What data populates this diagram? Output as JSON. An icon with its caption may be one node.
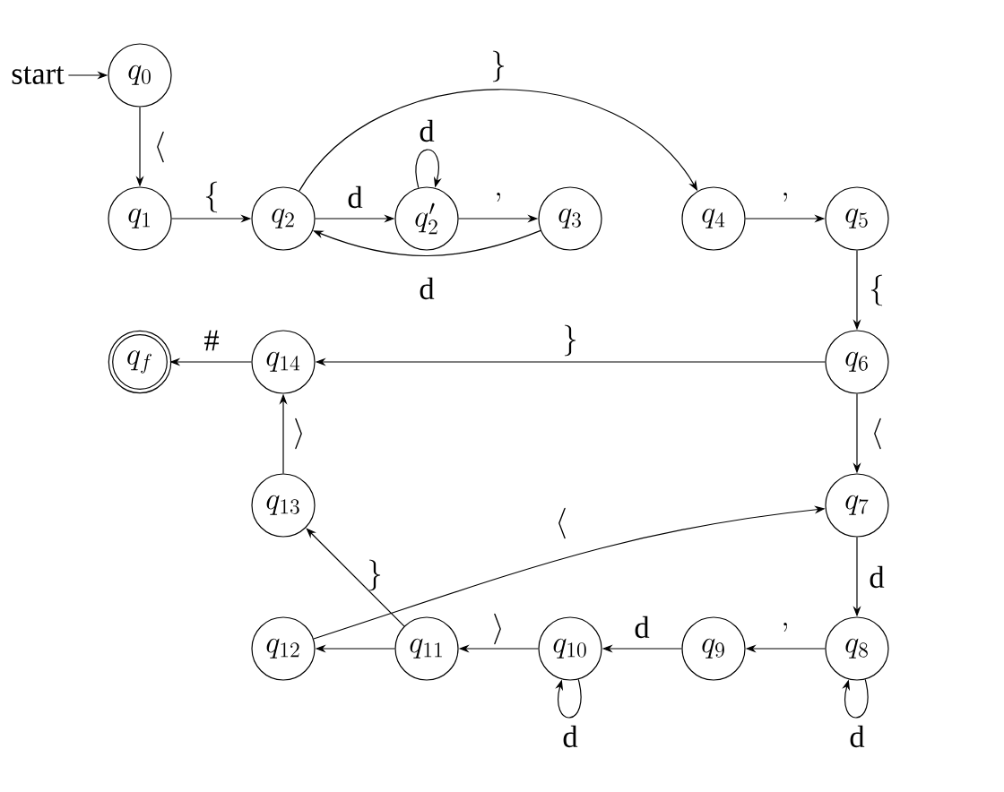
{
  "diagram": {
    "nodes": [
      {
        "text": [
          "start"
        ]
      },
      {
        "text": [
          "q_{0}"
        ]
      },
      {
        "text": [
          "q_{1}"
        ]
      },
      {
        "text": [
          "q_{2}"
        ]
      },
      {
        "text": [
          "q'_{2}"
        ]
      },
      {
        "text": [
          "q_{3}"
        ]
      },
      {
        "text": [
          "q_{4}"
        ]
      },
      {
        "text": [
          "q_{5}"
        ]
      },
      {
        "text": [
          "q_{f}"
        ]
      },
      {
        "text": [
          "q_{14}"
        ]
      },
      {
        "text": [
          "q_{6}"
        ]
      },
      {
        "text": [
          "q_{13}"
        ]
      },
      {
        "text": [
          "q_{7}"
        ]
      },
      {
        "text": [
          "q_{12}"
        ]
      },
      {
        "text": [
          "q_{11}"
        ]
      },
      {
        "text": [
          "q_{10}"
        ]
      },
      {
        "text": [
          "q_{9}"
        ]
      },
      {
        "text": [
          "q_{8}"
        ]
      }
    ],
    "edges": [
      {
        "from": 0,
        "to": 1,
        "arrow": "to"
      },
      {
        "from": 1,
        "to": 2,
        "arrow": "to",
        "label": "\\langle"
      },
      {
        "from": 2,
        "to": 3,
        "arrow": "to",
        "label": "\\{"
      },
      {
        "from": 3,
        "to": 4,
        "arrow": "to",
        "label": "\\mathrm{d}"
      },
      {
        "from": 4,
        "to": 4,
        "arrow": "to",
        "label": "\\mathrm{d}"
      },
      {
        "from": 4,
        "to": 5,
        "arrow": "to",
        "label": ","
      },
      {
        "from": 5,
        "to": 3,
        "arrow": "to",
        "label": "\\mathrm{d}"
      },
      {
        "from": 3,
        "to": 6,
        "arrow": "to",
        "label": "\\}"
      },
      {
        "from": 6,
        "to": 7,
        "arrow": "to",
        "label": ","
      },
      {
        "from": 7,
        "to": 10,
        "arrow": "to",
        "label": "\\{"
      },
      {
        "from": 10,
        "to": 9,
        "arrow": "to",
        "label": "\\}"
      },
      {
        "from": 10,
        "to": 12,
        "arrow": "to",
        "label": "\\langle"
      },
      {
        "from": 12,
        "to": 17,
        "arrow": "to",
        "label": "\\mathrm{d}"
      },
      {
        "from": 17,
        "to": 17,
        "arrow": "to",
        "label": "\\mathrm{d}"
      },
      {
        "from": 17,
        "to": 16,
        "arrow": "to",
        "label": ","
      },
      {
        "from": 16,
        "to": 15,
        "arrow": "to",
        "label": "\\mathrm{d}"
      },
      {
        "from": 15,
        "to": 15,
        "arrow": "to",
        "label": "\\mathrm{d}"
      },
      {
        "from": 15,
        "to": 14,
        "arrow": "to",
        "label": "\\rangle"
      },
      {
        "from": 14,
        "to": 13,
        "arrow": "to"
      },
      {
        "from": 14,
        "to": 11,
        "arrow": "to",
        "label": "\\}"
      },
      {
        "from": 13,
        "to": 12,
        "arrow": "to",
        "label": "\\langle"
      },
      {
        "from": 11,
        "to": 9,
        "arrow": "to",
        "label": "\\rangle"
      },
      {
        "from": 9,
        "to": 8,
        "arrow": "to",
        "label": "\\#"
      }
    ]
  }
}
